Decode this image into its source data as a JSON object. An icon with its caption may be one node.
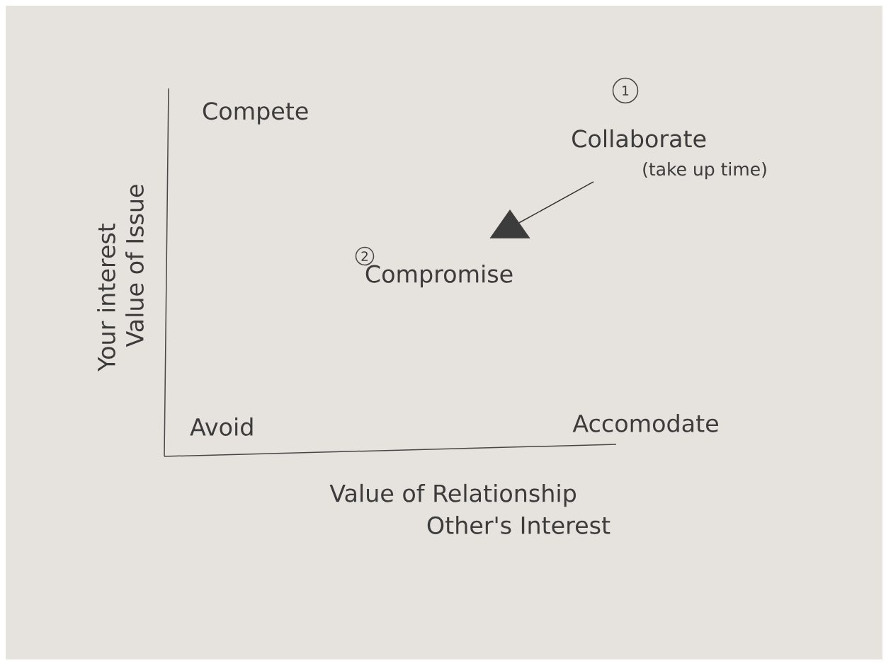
{
  "diagram": {
    "nodes": [
      {
        "text": [
          "1"
        ]
      },
      {
        "text": [
          "Collaborate",
          "(take up time)"
        ]
      },
      {
        "text": [
          "2"
        ]
      },
      {
        "text": [],
        "shape": "triangle"
      }
    ],
    "edges": [
      {
        "from": 1,
        "to": 3,
        "arrow": "none"
      }
    ],
    "labels": [
      "Compete",
      "Compromise",
      "Your interest",
      "Value of Issue",
      "Avoid",
      "Accomodate",
      "Value of Relationship",
      "Other's Interest"
    ]
  }
}
